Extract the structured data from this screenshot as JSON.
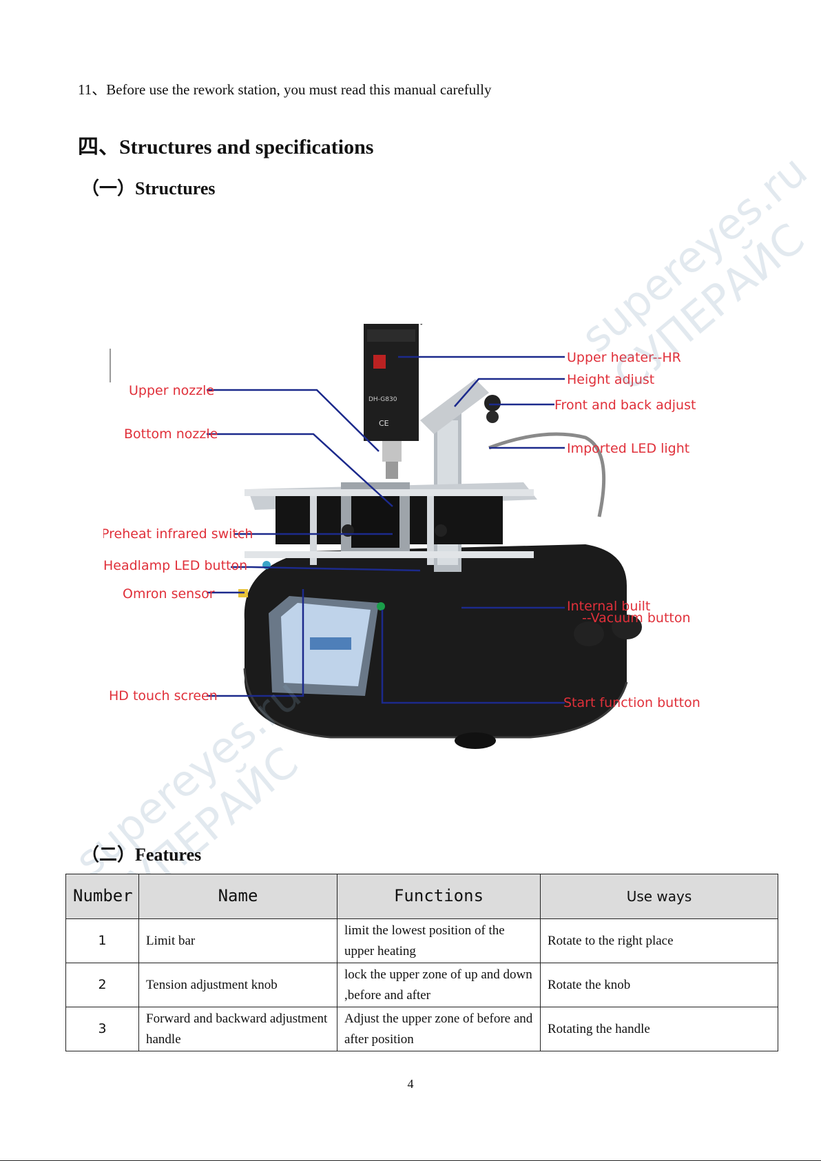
{
  "item11": "11、Before use the rework station, you must read this manual carefully",
  "section4": {
    "prefix": "四、",
    "title": "Structures and specifications"
  },
  "sub1": {
    "prefix": "（一）",
    "title": "Structures"
  },
  "figure": {
    "callouts_left": [
      "Upper nozzle",
      "Bottom nozzle",
      "Preheat infrared switch",
      "Headlamp LED button",
      "Omron sensor",
      "HD touch screen"
    ],
    "callouts_right": [
      "Upper heater--HR",
      "Height adjust",
      "Front and back adjust",
      "Imported LED light",
      "Internal built",
      "--Vacuum button",
      "Start function button"
    ],
    "device_label": "DH-G830",
    "ce_mark": "CE"
  },
  "watermark": {
    "text": "supereyes.ru",
    "text2": "СУПЕРАЙС"
  },
  "sub2": {
    "prefix": "（二）",
    "title": "Features"
  },
  "table": {
    "headers": [
      "Number",
      "Name",
      "Functions",
      "Use ways"
    ],
    "rows": [
      {
        "number": "1",
        "name": "Limit bar",
        "function": "limit the lowest position of the upper heating",
        "use": "Rotate to the right place"
      },
      {
        "number": "2",
        "name": "Tension adjustment knob",
        "function": "lock the upper zone of up and down ,before and after",
        "use": "Rotate the knob"
      },
      {
        "number": "3",
        "name": "Forward and backward adjustment handle",
        "function": "Adjust the upper zone of before and after position",
        "use": "Rotating the handle"
      }
    ]
  },
  "page_number": "4",
  "colors": {
    "callout_text": "#e0303a",
    "leader_line": "#1c2a8c",
    "header_bg": "#dcdcdc"
  }
}
